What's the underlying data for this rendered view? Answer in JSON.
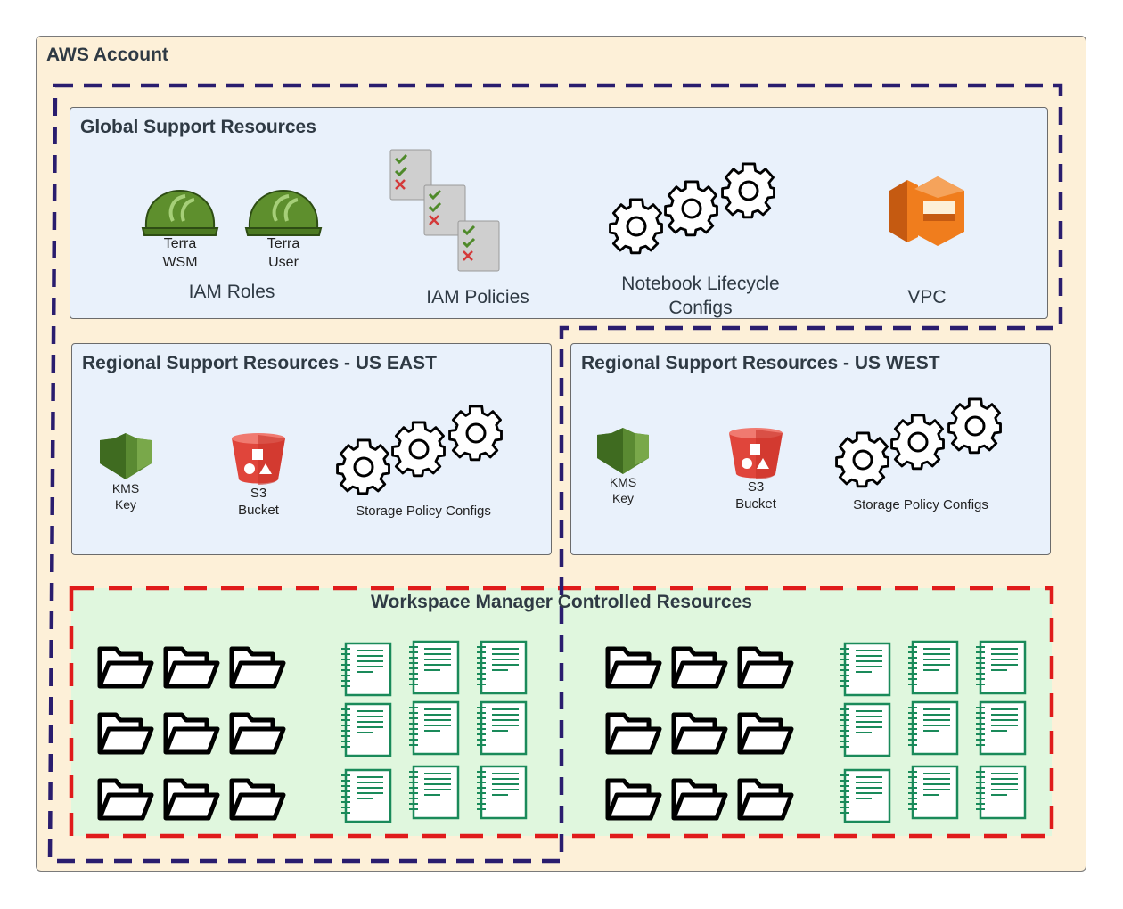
{
  "account": {
    "title": "AWS Account"
  },
  "global": {
    "title": "Global Support Resources",
    "iam_roles": {
      "label": "IAM Roles",
      "roles": [
        {
          "line1": "Terra",
          "line2": "WSM"
        },
        {
          "line1": "Terra",
          "line2": "User"
        }
      ]
    },
    "iam_policies": {
      "label": "IAM Policies"
    },
    "lifecycle": {
      "line1": "Notebook Lifecycle",
      "line2": "Configs"
    },
    "vpc": {
      "label": "VPC"
    }
  },
  "regions": [
    {
      "title": "Regional Support Resources - US EAST",
      "kms": {
        "line1": "KMS",
        "line2": "Key"
      },
      "s3": {
        "line1": "S3",
        "line2": "Bucket"
      },
      "storage_policy": "Storage Policy Configs"
    },
    {
      "title": "Regional Support Resources - US WEST",
      "kms": {
        "line1": "KMS",
        "line2": "Key"
      },
      "s3": {
        "line1": "S3",
        "line2": "Bucket"
      },
      "storage_policy": "Storage Policy Configs"
    }
  ],
  "workspace": {
    "title": "Workspace Manager Controlled Resources"
  },
  "colors": {
    "account_fill": "#fdf0d8",
    "panel_fill": "#e9f1fb",
    "workspace_fill": "#e0f7de",
    "purple_dash": "#2a1d6e",
    "red_dash": "#e01b1b",
    "helmet": "#5e8f2d",
    "kms": "#5a8a32",
    "s3": "#e0453b",
    "vpc": "#f07d1d",
    "notebook": "#1a8a5a"
  },
  "icons": [
    "helmet-icon",
    "checklist-icon",
    "gear-icon",
    "vpc-icon",
    "kms-icon",
    "s3-bucket-icon",
    "folder-icon",
    "notebook-icon"
  ]
}
